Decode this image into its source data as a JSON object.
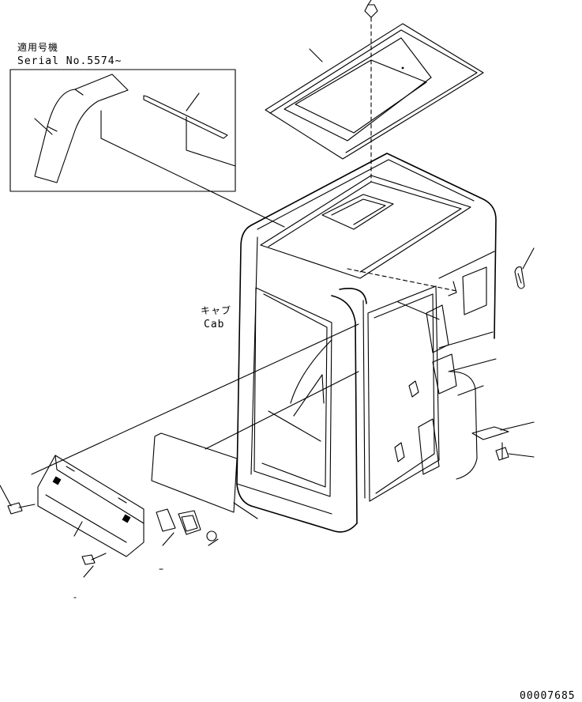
{
  "inset": {
    "applicable_model_label": "適用号機",
    "serial_label": "Serial No.5574~"
  },
  "cab": {
    "label_jp": "キャブ",
    "label_en": "Cab"
  },
  "reference_number": "00007685"
}
